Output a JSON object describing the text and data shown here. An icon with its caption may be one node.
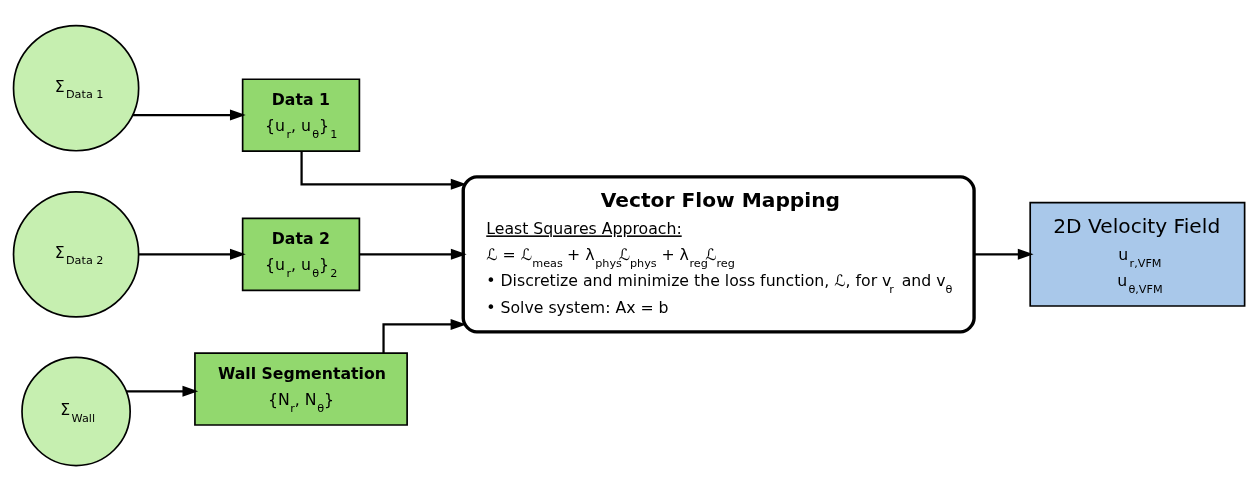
{
  "diagram": {
    "nodes": [
      {
        "text": [
          "Σ$_{Data 1}$"
        ]
      },
      {
        "text": [
          "Σ$_{Data 2}$"
        ]
      },
      {
        "text": [
          "Σ$_{Wall}$"
        ]
      },
      {
        "text": [
          "Data 1",
          "{u$_{r}$, u$_{θ}$}$_{1}$"
        ]
      },
      {
        "text": [
          "Data 2",
          "{u$_{r}$, u$_{θ}$}$_{2}$"
        ]
      },
      {
        "text": [
          "Wall Segmentation",
          "{N$_{r}$, N$_{θ}$}"
        ]
      },
      {
        "text": [
          "Vector Flow Mapping",
          "Least Squares Approach:",
          "ℒ = ℒ$_{meas}$ + λ$_{phys}$ℒ$_{phys}$ + λ$_{reg}$ℒ$_{reg}$",
          "• Discretize and minimize the loss function, ℒ, for v$_{r}$ and v$_{θ}$",
          "• Solve system: Ax = b"
        ]
      },
      {
        "text": [
          "2D Velocity Field",
          "u$_{r,VFM}$",
          "u$_{θ,VFM}$"
        ]
      }
    ],
    "edges": [
      {
        "from": 0,
        "to": 3,
        "arrow": "to"
      },
      {
        "from": 1,
        "to": 4,
        "arrow": "to"
      },
      {
        "from": 2,
        "to": 5,
        "arrow": "to"
      },
      {
        "from": 3,
        "to": 6,
        "arrow": "to"
      },
      {
        "from": 4,
        "to": 6,
        "arrow": "to"
      },
      {
        "from": 5,
        "to": 6,
        "arrow": "to"
      },
      {
        "from": 6,
        "to": 7,
        "arrow": "to"
      }
    ]
  }
}
